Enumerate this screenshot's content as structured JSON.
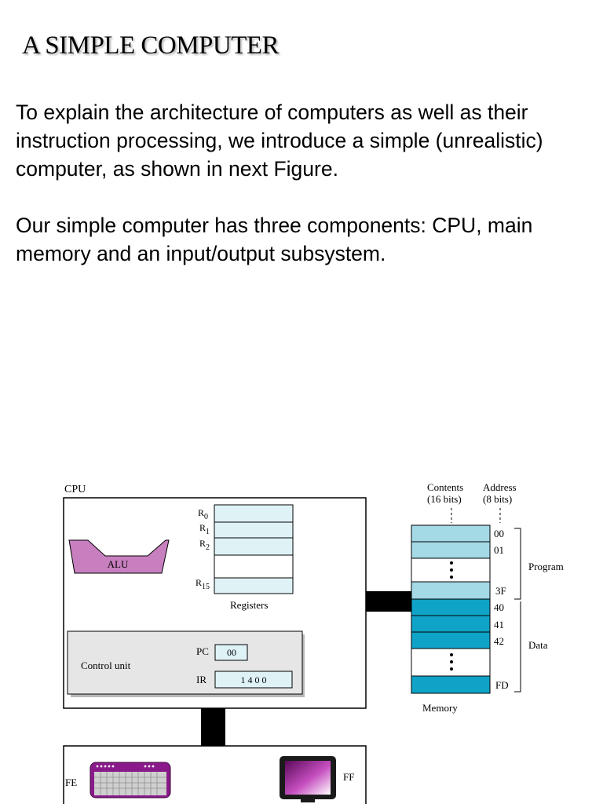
{
  "page": {
    "title": "A SIMPLE COMPUTER",
    "paragraphs": [
      "To explain the architecture of computers as well as their instruction processing, we introduce a simple (unrealistic) computer, as shown in next Figure.",
      "Our simple computer has three components: CPU, main memory and an input/output subsystem."
    ]
  },
  "figure": {
    "cpu_label": "CPU",
    "alu_label": "ALU",
    "registers": {
      "labels": [
        "R",
        "R",
        "R",
        "R"
      ],
      "subscripts": [
        "0",
        "1",
        "2",
        "15"
      ],
      "caption": "Registers"
    },
    "control_unit": {
      "label": "Control unit",
      "pc_label": "PC",
      "pc_value": "00",
      "ir_label": "IR",
      "ir_value": "1 4 0 0"
    },
    "memory": {
      "contents_header": [
        "Contents",
        "(16 bits)"
      ],
      "address_header": [
        "Address",
        "(8 bits)"
      ],
      "addresses": [
        "00",
        "01",
        "3F",
        "40",
        "41",
        "42",
        "FD"
      ],
      "program_label": "Program",
      "data_label": "Data",
      "caption": "Memory"
    },
    "io": {
      "keyboard_address": "FE",
      "monitor_address": "FF"
    },
    "colors": {
      "alu": "#c77fbf",
      "register_fill": "#dff3f7",
      "memory_program": "#a4d9e6",
      "memory_data": "#0fa3c7",
      "control_unit_bg": "#e6e6e6",
      "device_purple": "#8a1a8a"
    }
  }
}
